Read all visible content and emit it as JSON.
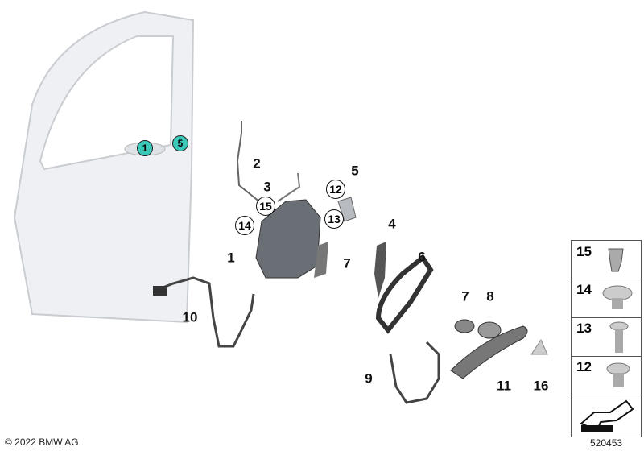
{
  "door_markers": [
    "1",
    "5"
  ],
  "callouts": {
    "c1": "1",
    "c2": "2",
    "c3": "3",
    "c4": "4",
    "c5": "5",
    "c6": "6",
    "c7a": "7",
    "c7b": "7",
    "c8": "8",
    "c9": "9",
    "c10": "10",
    "c11": "11",
    "c16": "16"
  },
  "circled": {
    "c12": "12",
    "c13": "13",
    "c14": "14",
    "c15": "15"
  },
  "legend": [
    "15",
    "14",
    "13",
    "12"
  ],
  "footer": {
    "copyright": "© 2022 BMW AG",
    "diagram_number": "520453"
  }
}
